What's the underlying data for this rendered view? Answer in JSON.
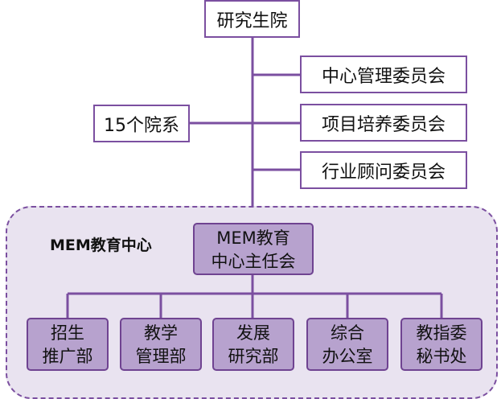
{
  "top": {
    "label": "研究生院"
  },
  "committees": [
    {
      "id": "center-management",
      "label": "中心管理委员会"
    },
    {
      "id": "project-training",
      "label": "项目培养委员会"
    },
    {
      "id": "industry-advisory",
      "label": "行业顾问委员会"
    }
  ],
  "left_node": {
    "label": "15个院系"
  },
  "center": {
    "title": "MEM教育中心",
    "director_lines": [
      "MEM教育",
      "中心主任会"
    ]
  },
  "departments": [
    {
      "id": "recruitment",
      "lines": [
        "招生",
        "推广部"
      ]
    },
    {
      "id": "teaching",
      "lines": [
        "教学",
        "管理部"
      ]
    },
    {
      "id": "development",
      "lines": [
        "发展",
        "研究部"
      ]
    },
    {
      "id": "office",
      "lines": [
        "综合",
        "办公室"
      ]
    },
    {
      "id": "teaching-committee-secretariat",
      "lines": [
        "教指委",
        "秘书处"
      ]
    }
  ],
  "colors": {
    "line": "#7b4fa0",
    "dept_fill": "#b7a2ce",
    "zone_fill": "#e9e3f0"
  }
}
